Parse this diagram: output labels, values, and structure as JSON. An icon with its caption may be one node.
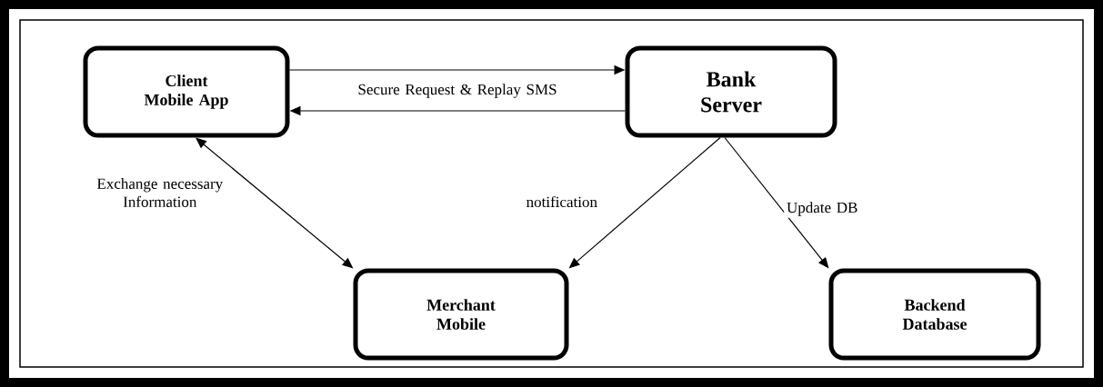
{
  "diagram": {
    "nodes": [
      {
        "text": [
          "Client Mobile App"
        ]
      },
      {
        "text": [
          "Bank Server"
        ]
      },
      {
        "text": [
          "Merchant Mobile"
        ]
      },
      {
        "text": [
          "Backend Database"
        ]
      }
    ],
    "edges": [
      {
        "from": 0,
        "to": 1,
        "arrow": "to",
        "label": "Secure Request & Replay SMS"
      },
      {
        "from": 1,
        "to": 0,
        "arrow": "to"
      },
      {
        "from": 0,
        "to": 2,
        "arrow": "both",
        "label": "Exchange necessary Information"
      },
      {
        "from": 1,
        "to": 2,
        "arrow": "to",
        "label": "notification"
      },
      {
        "from": 1,
        "to": 3,
        "arrow": "to",
        "label": "Update DB"
      }
    ]
  }
}
